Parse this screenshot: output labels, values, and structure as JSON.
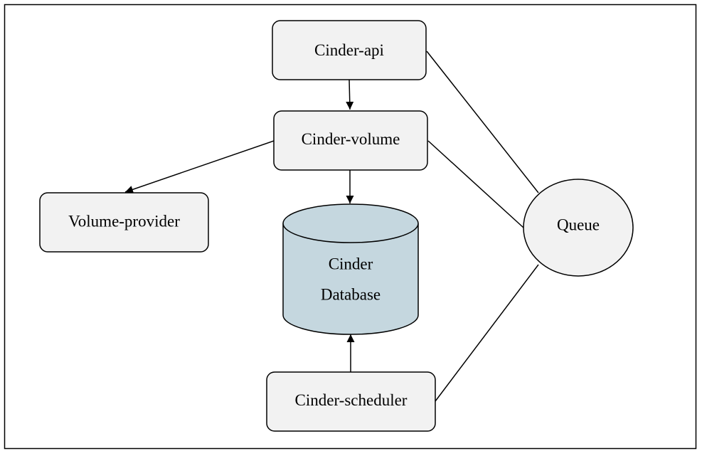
{
  "diagram": {
    "nodes": {
      "cinder_api": {
        "label": "Cinder-api"
      },
      "cinder_volume": {
        "label": "Cinder-volume"
      },
      "volume_provider": {
        "label": "Volume-provider"
      },
      "cinder_database": {
        "label_line1": "Cinder",
        "label_line2": "Database"
      },
      "cinder_scheduler": {
        "label": "Cinder-scheduler"
      },
      "queue": {
        "label": "Queue"
      }
    },
    "edges": [
      {
        "from": "Cinder-api",
        "to": "Cinder-volume",
        "arrow": true
      },
      {
        "from": "Cinder-volume",
        "to": "Volume-provider",
        "arrow": true
      },
      {
        "from": "Cinder-volume",
        "to": "Cinder Database",
        "arrow": true
      },
      {
        "from": "Cinder-scheduler",
        "to": "Cinder Database",
        "arrow": true
      },
      {
        "from": "Cinder-api",
        "to": "Queue",
        "arrow": false
      },
      {
        "from": "Cinder-volume",
        "to": "Queue",
        "arrow": false
      },
      {
        "from": "Cinder-scheduler",
        "to": "Queue",
        "arrow": false
      }
    ]
  },
  "colors": {
    "box_fill": "#f2f2f2",
    "cylinder_fill": "#c5d7df",
    "stroke": "#000000"
  }
}
